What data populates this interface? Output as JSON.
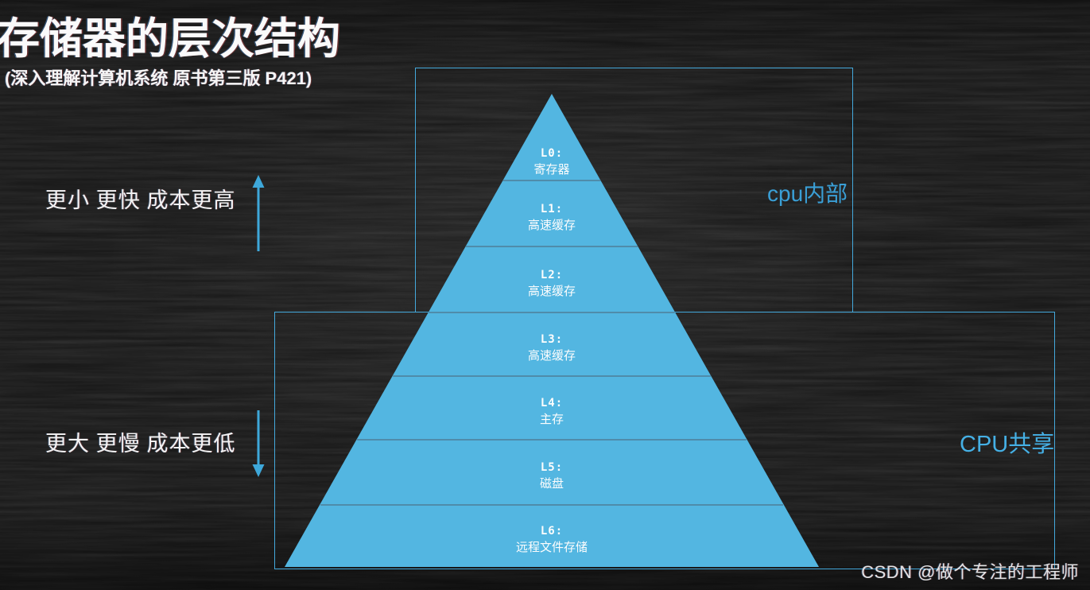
{
  "title": "存储器的层次结构",
  "subtitle": "(深入理解计算机系统 原书第三版 P421)",
  "annotations": {
    "top": "更小 更快 成本更高",
    "bottom": "更大 更慢 成本更低"
  },
  "regions": {
    "cpu_internal_label": "cpu内部",
    "cpu_shared_label": "CPU共享"
  },
  "pyramid": {
    "levels": [
      {
        "code": "L0:",
        "name": "寄存器"
      },
      {
        "code": "L1:",
        "name": "高速缓存"
      },
      {
        "code": "L2:",
        "name": "高速缓存"
      },
      {
        "code": "L3:",
        "name": "高速缓存"
      },
      {
        "code": "L4:",
        "name": "主存"
      },
      {
        "code": "L5:",
        "name": "磁盘"
      },
      {
        "code": "L6:",
        "name": "远程文件存储"
      }
    ]
  },
  "watermark": "CSDN @做个专注的工程师",
  "colors": {
    "background": "#151515",
    "pyramid_fill": "#53b6e1",
    "level_divider": "#4e7e97",
    "region_border": "#44a9dc",
    "region_label_internal": "#3a9fd6",
    "region_label_shared": "#45b0e5",
    "arrow_blue": "#3ea8da",
    "text_white": "#f2f2f2"
  }
}
